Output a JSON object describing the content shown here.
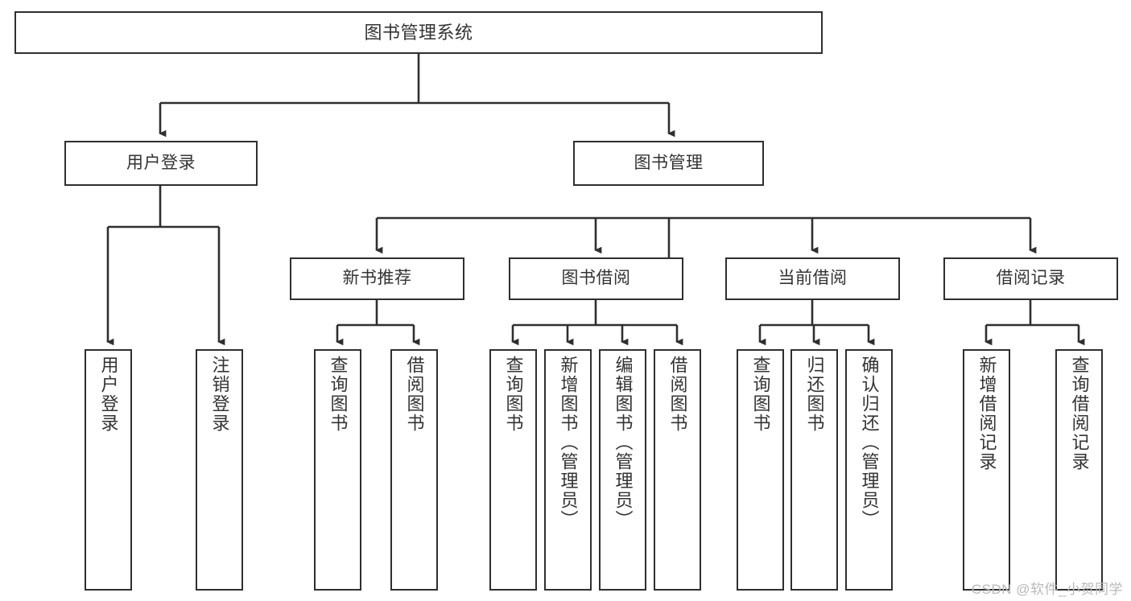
{
  "diagram": {
    "title": "图书管理系统",
    "type": "tree-hierarchy",
    "orientation": "top-down",
    "stroke_color": "#2f2f2f",
    "fill_color": "#ffffff",
    "text_color": "#333333"
  },
  "root": {
    "label": "图书管理系统"
  },
  "level1": [
    {
      "label": "用户登录"
    },
    {
      "label": "图书管理"
    }
  ],
  "level2": [
    {
      "label": "新书推荐"
    },
    {
      "label": "图书借阅"
    },
    {
      "label": "当前借阅"
    },
    {
      "label": "借阅记录"
    }
  ],
  "leaves": {
    "user_login": [
      {
        "label": "用户登录"
      },
      {
        "label": "注销登录"
      }
    ],
    "new_book_recommend": [
      {
        "label": "查询图书"
      },
      {
        "label": "借阅图书"
      }
    ],
    "book_borrow": [
      {
        "label": "查询图书"
      },
      {
        "label": "新增图书（管理员）"
      },
      {
        "label": "编辑图书（管理员）"
      },
      {
        "label": "借阅图书"
      }
    ],
    "current_borrow": [
      {
        "label": "查询图书"
      },
      {
        "label": "归还图书"
      },
      {
        "label": "确认归还（管理员）"
      }
    ],
    "borrow_record": [
      {
        "label": "新增借阅记录"
      },
      {
        "label": "查询借阅记录"
      }
    ]
  },
  "watermark": {
    "text": "CSDN @软件_小贺同学"
  }
}
